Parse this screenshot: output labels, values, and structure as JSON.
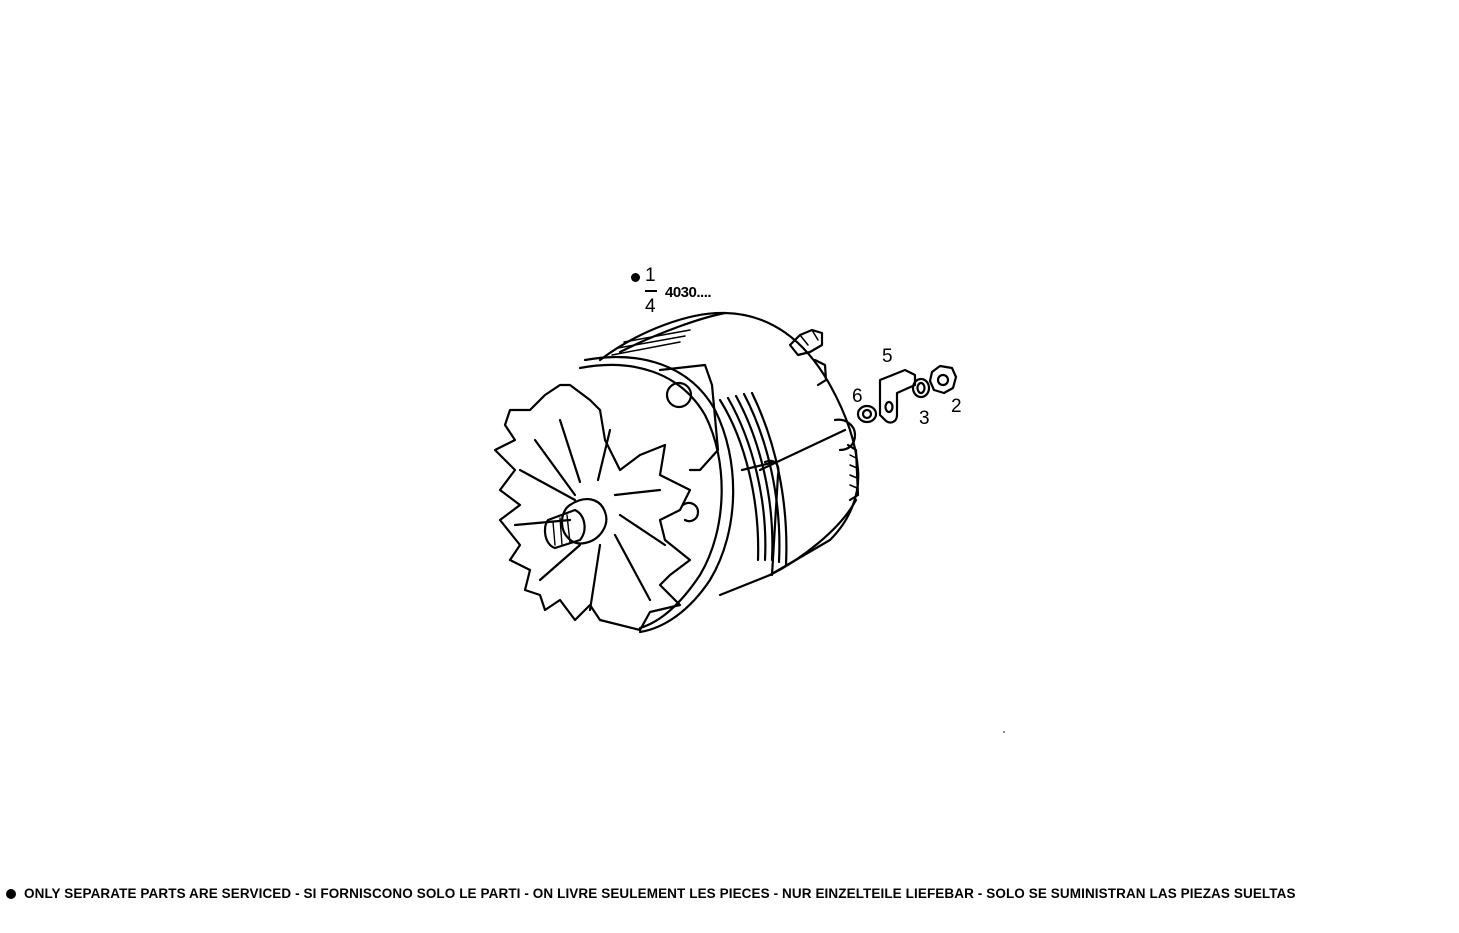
{
  "diagram": {
    "subject": "alternator assembly exploded view",
    "callouts": [
      {
        "id": "1",
        "text": "1"
      },
      {
        "id": "4",
        "text": "4"
      },
      {
        "id": "ref",
        "text": "4030...."
      },
      {
        "id": "5",
        "text": "5"
      },
      {
        "id": "6",
        "text": "6"
      },
      {
        "id": "3",
        "text": "3"
      },
      {
        "id": "2",
        "text": "2"
      }
    ],
    "footer_note": "ONLY SEPARATE PARTS ARE SERVICED - SI FORNISCONO SOLO LE PARTI  - ON LIVRE SEULEMENT LES PIECES - NUR EINZELTEILE LIEFEBAR - SOLO SE SUMINISTRAN LAS PIEZAS SUELTAS"
  }
}
